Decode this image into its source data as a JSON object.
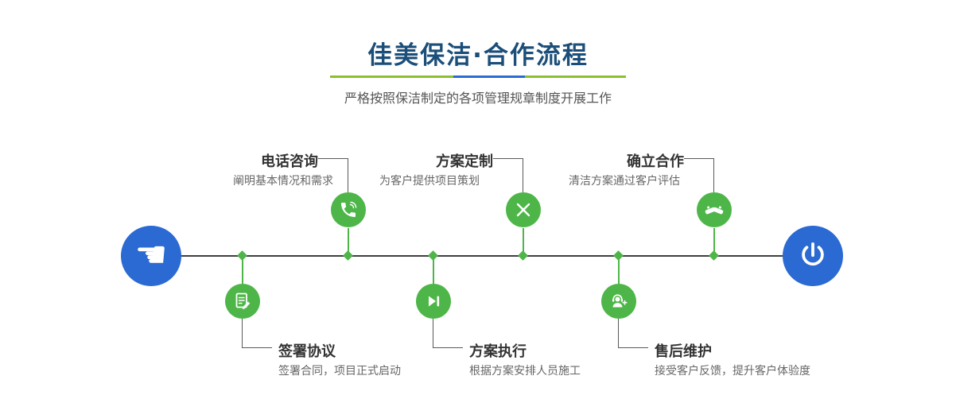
{
  "header": {
    "title": "佳美保洁·合作流程",
    "subtitle": "严格按照保洁制定的各项管理规章制度开展工作"
  },
  "colors": {
    "title_blue": "#1b4e79",
    "accent_green": "#4eb648",
    "accent_blue": "#2a6ad2",
    "underline_green": "#8cbf2f",
    "underline_blue": "#2a6ad2"
  },
  "timeline": {
    "start_icon": "pointing-hand-icon",
    "end_icon": "power-icon",
    "steps_top": [
      {
        "title": "电话咨询",
        "desc": "阐明基本情况和需求",
        "icon": "phone-call-icon"
      },
      {
        "title": "方案定制",
        "desc": "为客户提供项目策划",
        "icon": "design-tools-icon"
      },
      {
        "title": "确立合作",
        "desc": "清洁方案通过客户评估",
        "icon": "handshake-icon"
      }
    ],
    "steps_bottom": [
      {
        "title": "签署协议",
        "desc": "签署合同，项目正式启动",
        "icon": "contract-sign-icon"
      },
      {
        "title": "方案执行",
        "desc": "根据方案安排人员施工",
        "icon": "play-forward-icon"
      },
      {
        "title": "售后维护",
        "desc": "接受客户反馈，提升客户体验度",
        "icon": "customer-service-icon"
      }
    ]
  }
}
